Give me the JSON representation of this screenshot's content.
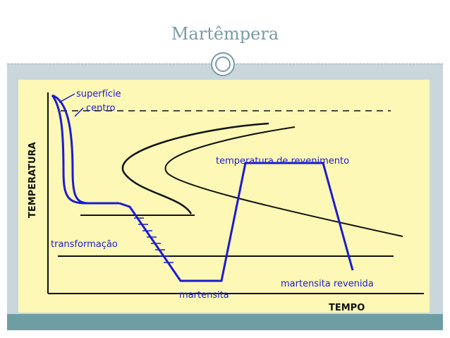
{
  "slide": {
    "title": "Martêmpera"
  },
  "diagram": {
    "y_axis_label": "TEMPERATURA",
    "x_axis_label": "TEMPO",
    "labels": {
      "surface": "superfície",
      "center": "centro",
      "tempering_temperature": "temperatura de  revenimento",
      "transformation": "transformação",
      "martensite": "martensita",
      "tempered_martensite": "martensita revenida"
    },
    "colors": {
      "panel_background": "#fdf8b5",
      "curve_blue": "#1c1ccf",
      "curve_black": "#111111",
      "slide_background": "#c9d6db",
      "footer_bar": "#6e9ea4",
      "title": "#7a9aa4"
    }
  }
}
